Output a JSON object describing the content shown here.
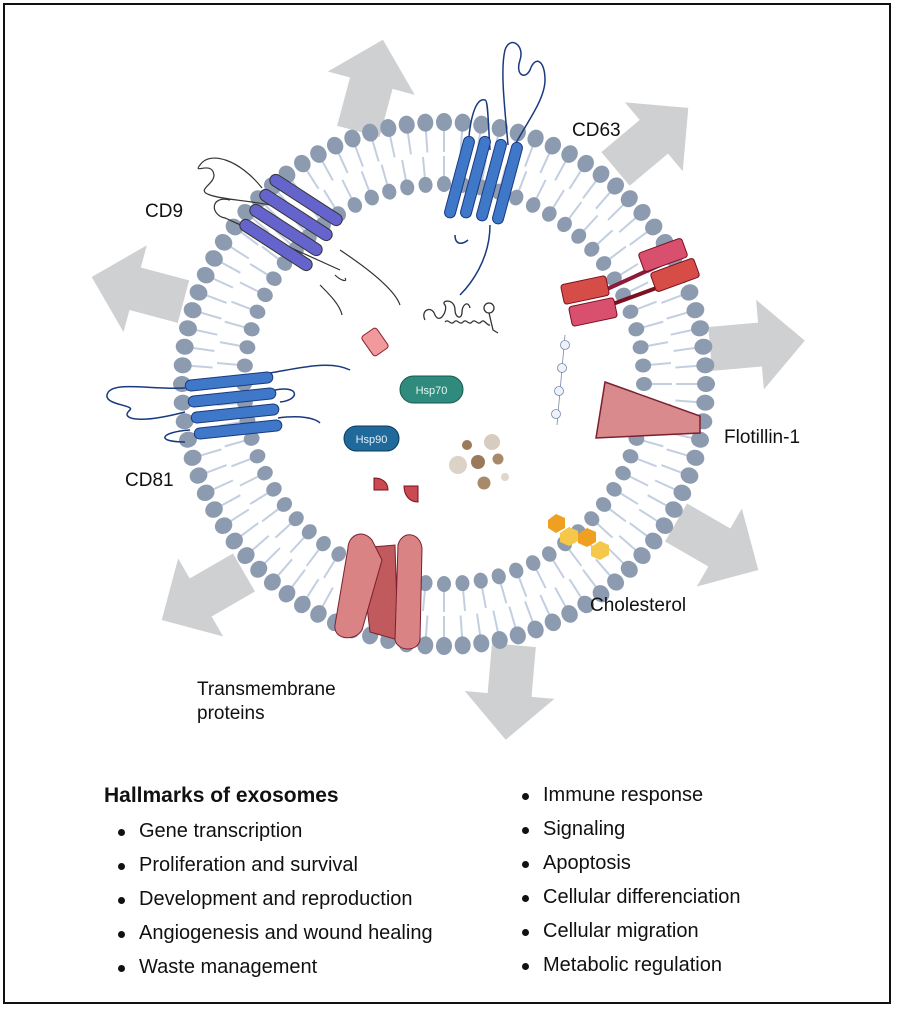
{
  "figure": {
    "type": "exosome-structure-diagram",
    "labels": {
      "cd9": "CD9",
      "cd63": "CD63",
      "cd81": "CD81",
      "flotillin": "Flotillin-1",
      "cholesterol": "Cholesterol",
      "transmembrane_line1": "Transmembrane",
      "transmembrane_line2": "proteins",
      "hsp70": "Hsp70",
      "hsp90": "Hsp90"
    },
    "colors": {
      "membrane_head": "#8c9bb0",
      "membrane_tail": "#c3cfe0",
      "tetraspanin_cd9": "#6464cc",
      "tetraspanin_blue": "#3f78c8",
      "arrow_gray": "#cfd0d2",
      "hsp70": "#2e8b7e",
      "hsp90": "#1f6a9a",
      "flotillin": "#d98a8c",
      "transmembrane": "#d98384",
      "cholesterol_dark": "#f0a020",
      "cholesterol_light": "#f6c84a"
    }
  },
  "hallmarks": {
    "title": "Hallmarks of exosomes",
    "left": [
      "Gene transcription",
      "Proliferation and survival",
      "Development and reproduction",
      "Angiogenesis and wound healing",
      "Waste management"
    ],
    "right": [
      "Immune response",
      "Signaling",
      "Apoptosis",
      "Cellular differenciation",
      "Cellular migration",
      "Metabolic regulation"
    ]
  }
}
